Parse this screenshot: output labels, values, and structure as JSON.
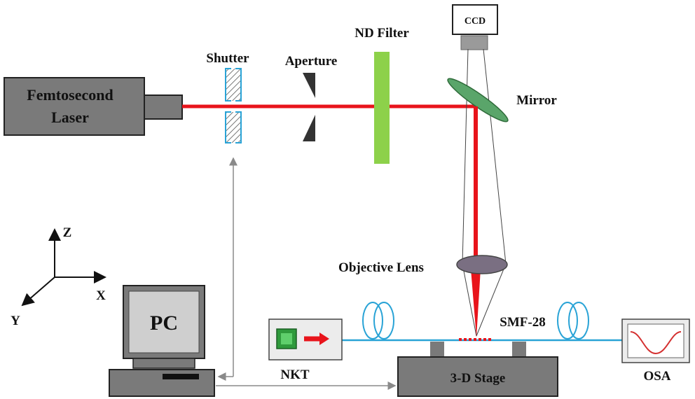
{
  "labels": {
    "laser_line1": "Femtosecond",
    "laser_line2": "Laser",
    "shutter": "Shutter",
    "aperture": "Aperture",
    "nd_filter": "ND Filter",
    "ccd": "CCD",
    "mirror": "Mirror",
    "objective_lens": "Objective Lens",
    "smf28": "SMF-28",
    "nkt": "NKT",
    "stage": "3-D  Stage",
    "osa": "OSA",
    "pc": "PC",
    "axis_z": "Z",
    "axis_x": "X",
    "axis_y": "Y"
  },
  "colors": {
    "laser_beam": "#e8141b",
    "fiber": "#29a3d6",
    "nd_filter": "#8dd14a",
    "mirror": "#5aa56a",
    "device_gray": "#7a7a7a",
    "signal_arrow": "#8a8a8a"
  }
}
